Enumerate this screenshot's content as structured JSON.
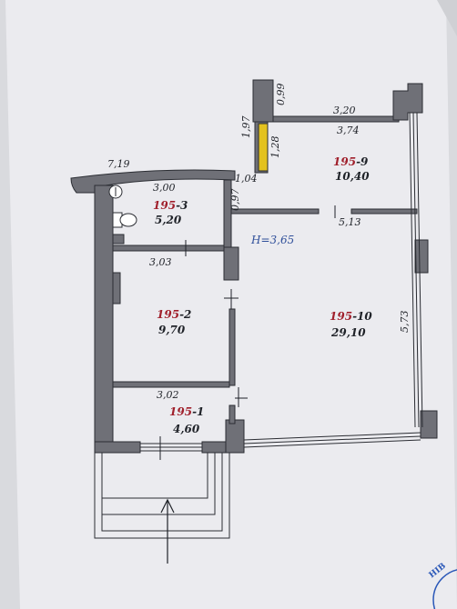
{
  "colors": {
    "paper": "#ebebef",
    "background": "#d9dade",
    "wall": "#6f7077",
    "wall_outline": "#2b2d33",
    "room_prefix": "#a01f2b",
    "height_text": "#2f4f9a",
    "insert_yellow": "#e3c21f",
    "stamp_blue": "#2b58b8",
    "text": "#1f2228"
  },
  "plan": {
    "height_label": "H=3,65",
    "rooms": [
      {
        "id_prefix": "195",
        "id_suffix": "-1",
        "area": "4,60"
      },
      {
        "id_prefix": "195",
        "id_suffix": "-2",
        "area": "9,70"
      },
      {
        "id_prefix": "195",
        "id_suffix": "-3",
        "area": "5,20"
      },
      {
        "id_prefix": "195",
        "id_suffix": "-9",
        "area": "10,40"
      },
      {
        "id_prefix": "195",
        "id_suffix": "-10",
        "area": "29,10"
      }
    ],
    "dimensions": [
      "7,19",
      "3,00",
      "0,99",
      "3,20",
      "3,74",
      "1,97",
      "1,28",
      "1,04",
      "0,97",
      "5,13",
      "3,03",
      "5,73",
      "3,02"
    ],
    "stamp_text": "НІВ"
  }
}
